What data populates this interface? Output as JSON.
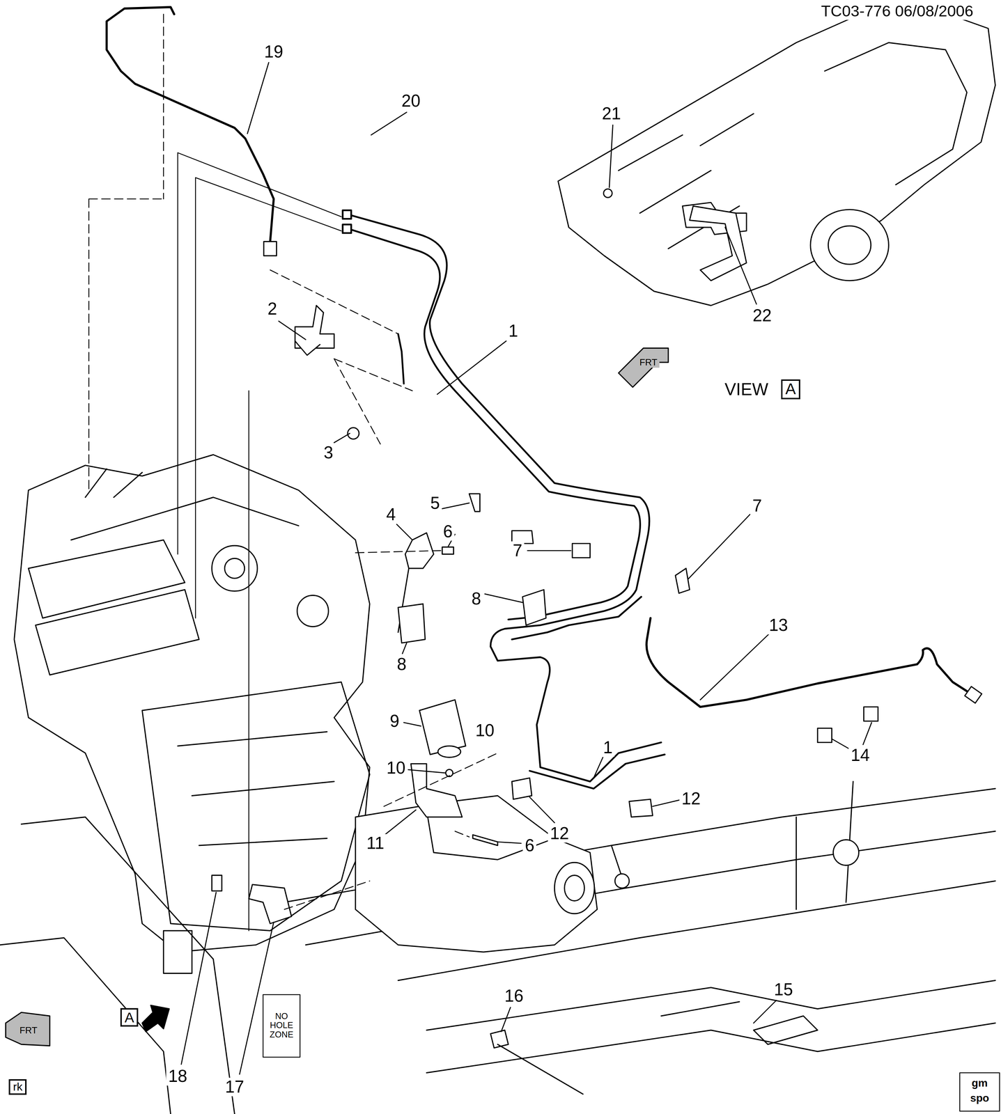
{
  "diagram": {
    "labels": [
      "TC03-776 06/08/2006",
      "19",
      "20",
      "21",
      "2",
      "1",
      "22",
      "VIEW",
      "A",
      "FRT",
      "3",
      "5",
      "7",
      "4",
      "6",
      "7",
      "8",
      "13",
      "8",
      "9",
      "10",
      "10",
      "1",
      "12",
      "14",
      "12",
      "11",
      "6",
      "FRT",
      "A",
      "16",
      "15",
      "NO HOLE ZONE",
      "18",
      "17",
      "rk",
      "gm",
      "spo"
    ]
  }
}
